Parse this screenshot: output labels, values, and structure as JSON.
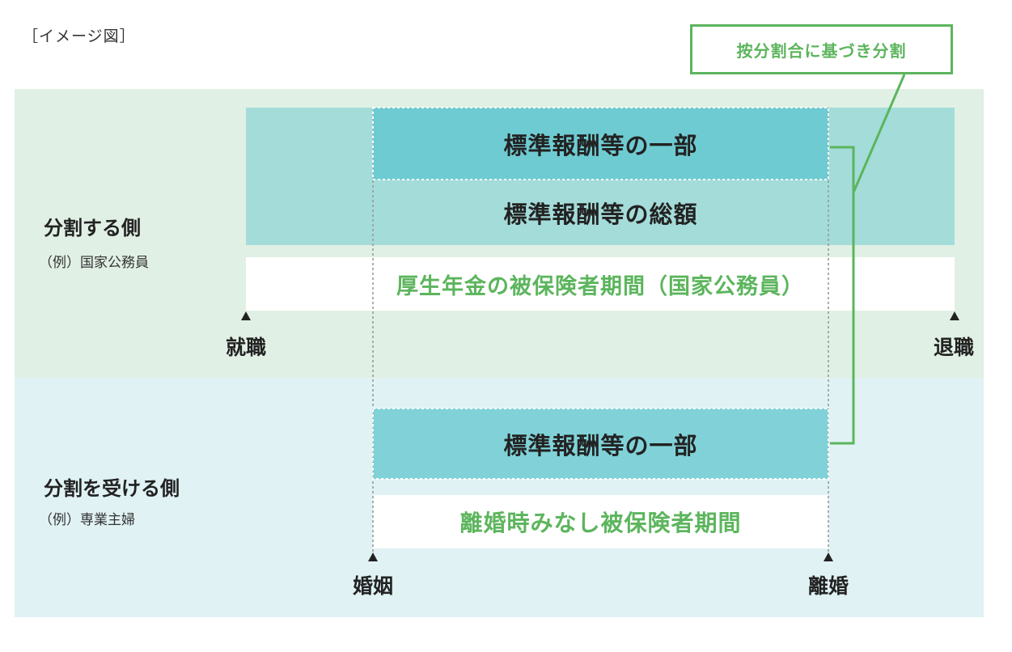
{
  "image_label": "［イメージ図］",
  "callout": "按分割合に基づき分割",
  "divider": {
    "title": "分割する側",
    "example": "（例）国家公務員",
    "portion_label": "標準報酬等の一部",
    "total_label": "標準報酬等の総額",
    "period_label": "厚生年金の被保険者期間（国家公務員）",
    "start_label": "就職",
    "end_label": "退職"
  },
  "receiver": {
    "title": "分割を受ける側",
    "example": "（例）専業主婦",
    "portion_label": "標準報酬等の一部",
    "period_label": "離婚時みなし被保険者期間",
    "start_label": "婚姻",
    "end_label": "離婚"
  },
  "colors": {
    "band_top": "#e1f0e4",
    "band_bottom": "#e0f2f4",
    "total": "#a4dcda",
    "portion": "#6fcbd2",
    "accent_green": "#5cb55d"
  }
}
